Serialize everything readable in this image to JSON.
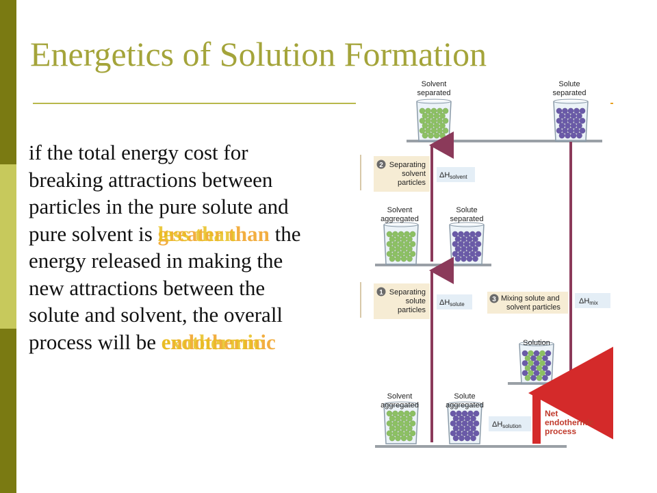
{
  "slide": {
    "title": "Energetics of Solution Formation",
    "body_lines": [
      "if the total energy cost for",
      "breaking attractions between",
      "particles in the pure solute and",
      "pure solvent is",
      "the",
      "energy released in making the",
      "new attractions between the",
      "solute and solvent, the overall",
      "process will be"
    ],
    "overlay_a": "greater than",
    "overlay_b": "less than",
    "overlay_c": "endothermic",
    "overlay_d": "exothermic"
  },
  "diagram": {
    "solvent_separated": [
      "Solvent",
      "separated"
    ],
    "solute_separated": [
      "Solute",
      "separated"
    ],
    "step2": [
      "Separating",
      "solvent",
      "particles"
    ],
    "dh_solvent": "ΔH",
    "dh_solvent_sub": "solvent",
    "solvent_aggregated_mid": [
      "Solvent",
      "aggregated"
    ],
    "solute_separated_mid": [
      "Solute",
      "separated"
    ],
    "step1": [
      "Separating",
      "solute",
      "particles"
    ],
    "dh_solute": "ΔH",
    "dh_solute_sub": "solute",
    "step3": [
      "Mixing solute and",
      "solvent particles"
    ],
    "dh_mix": "ΔH",
    "dh_mix_sub": "mix",
    "solution": "Solution",
    "solvent_aggregated_bottom": [
      "Solvent",
      "aggregated"
    ],
    "solute_aggregated_bottom": [
      "Solute",
      "aggregated"
    ],
    "dh_solution": "ΔH",
    "dh_solution_sub": "solution",
    "net": [
      "Net",
      "endothermic",
      "process"
    ],
    "step_numbers": [
      "2",
      "1",
      "3"
    ]
  },
  "colors": {
    "title": "#a4a43a",
    "arrow": "#8b3a5a",
    "net_arrow": "#d42a2a",
    "step_box": "#f6ecd4",
    "shelf": "#9aa0a6",
    "solvent_particle": "#8cc063",
    "solute_particle": "#6a5aa8"
  }
}
